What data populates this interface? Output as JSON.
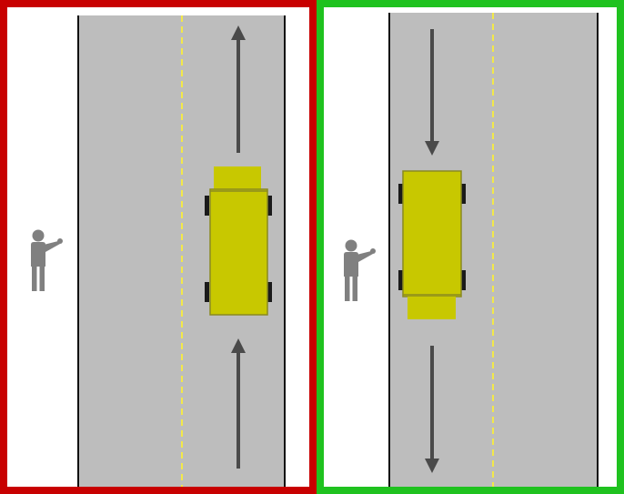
{
  "colors": {
    "frame_left": "#c80000",
    "frame_right": "#1fc21f",
    "road": "#bdbdbd",
    "road_edge": "#111111",
    "center_line": "#f2e84a",
    "vehicle": "#c8c800",
    "vehicle_outline": "#8a8a20",
    "wheel": "#1a1a1a",
    "arrow": "#4a4a4a",
    "person": "#808080",
    "background": "#ffffff"
  },
  "panels": [
    {
      "id": "left",
      "frame": "red",
      "traffic_direction": "up",
      "vehicle_facing": "up",
      "person_icon": "hitchhiking-person-icon"
    },
    {
      "id": "right",
      "frame": "green",
      "traffic_direction": "down",
      "vehicle_facing": "down",
      "person_icon": "hitchhiking-person-icon"
    }
  ]
}
